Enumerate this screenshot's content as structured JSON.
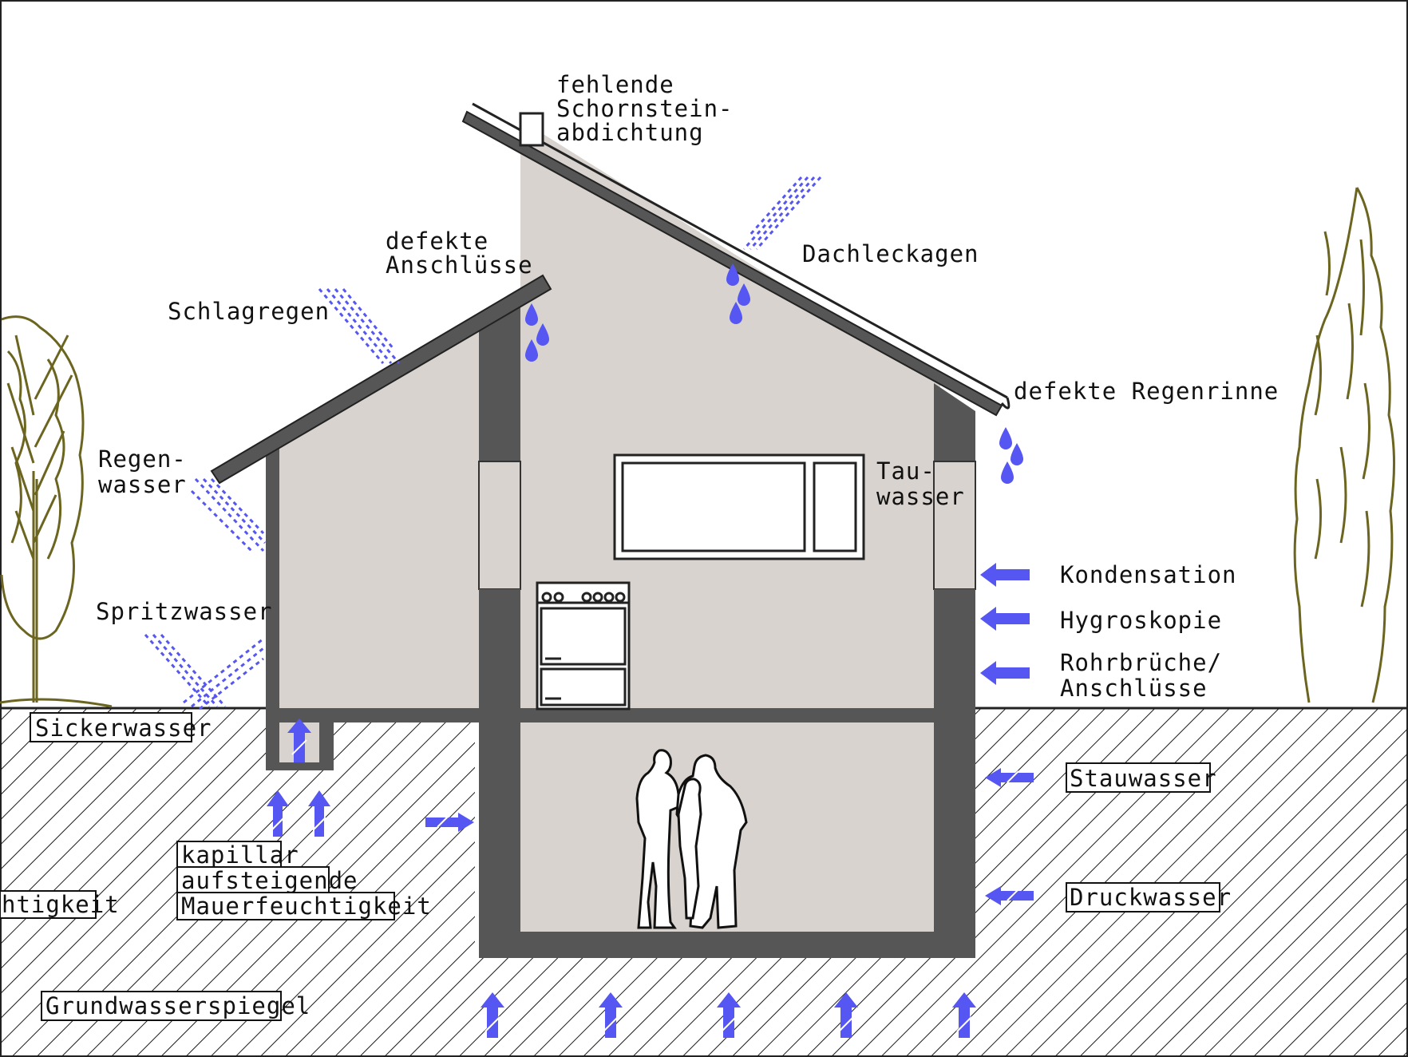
{
  "colors": {
    "wall": "#565656",
    "interior": "#d8d3ce",
    "water": "#5656f2",
    "tree": "#6b6520",
    "ground_hatch": "#1a1a1a",
    "background": "#ffffff"
  },
  "labels": {
    "chimney": [
      "fehlende",
      "Schornstein-",
      "abdichtung"
    ],
    "joints": [
      "defekte",
      "Anschlüsse"
    ],
    "roof_leaks": "Dachleckagen",
    "driving_rain": "Schlagregen",
    "rain_water": [
      "Regen-",
      "wasser"
    ],
    "splash_water": "Spritzwasser",
    "gutter": "defekte  Regenrinne",
    "condensate": [
      "Tau-",
      "wasser"
    ],
    "condensation": "Kondensation",
    "hygroscopy": "Hygroskopie",
    "pipe_bursts": [
      "Rohrbrüche/",
      "Anschlüsse"
    ]
  },
  "boxed_labels": {
    "seepage": "Sickerwasser",
    "capillary": [
      "kapillar",
      "aufsteigende",
      "Mauerfeuchtigkeit"
    ],
    "soil_moisture_partial": "htigkeit",
    "groundwater_level": "Grundwasserspiegel",
    "backwater": "Stauwasser",
    "pressure_water": "Druckwasser"
  },
  "icons": [
    "rain-streak-icon",
    "water-drop-icon",
    "arrow-icon",
    "tree-icon",
    "stove-icon",
    "window-icon",
    "people-silhouette-icon"
  ]
}
